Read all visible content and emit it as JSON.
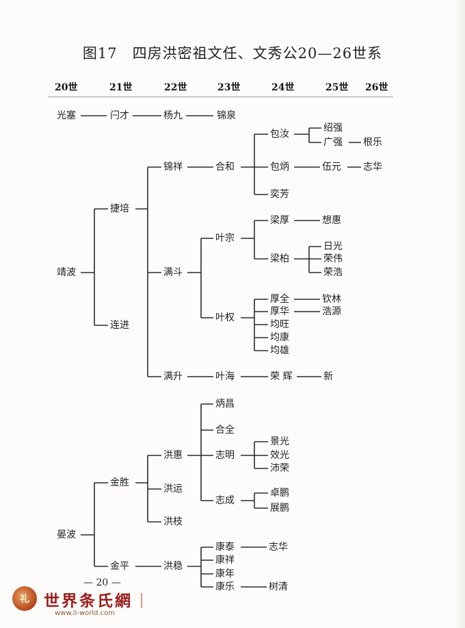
{
  "figure": {
    "title": "图17　四房洪密祖文任、文秀公20—26世系"
  },
  "generations": [
    "20世",
    "21世",
    "22世",
    "23世",
    "24世",
    "25世",
    "26世"
  ],
  "persons": {
    "guangzhi": "光塞",
    "wencai": "闩才",
    "yangjiu": "杨九",
    "jinquan": "锦泉",
    "jingbo": "靖波",
    "jiepei": "捷培",
    "lianjin": "连进",
    "jinxiang": "锦祥",
    "manshou": "满斗",
    "mansheng": "满升",
    "hehe": "合和",
    "baoru": "包汝",
    "baobing": "包炳",
    "yifang": "奕芳",
    "shaoqiang": "绍强",
    "guangqiang": "广强",
    "genle": "根乐",
    "wuyuan": "伍元",
    "zhihua1": "志华",
    "yezong": "叶宗",
    "liangqiang": "梁厚",
    "xianghui": "想惠",
    "liangbai": "梁柏",
    "riguang": "日光",
    "rongwei": "荣伟",
    "ronghao": "荣浩",
    "yequan": "叶权",
    "houquan": "厚全",
    "qinlin": "钦林",
    "houhua": "厚华",
    "haoyuan": "浩源",
    "junwang": "均旺",
    "junkang": "均康",
    "junxiong": "均雄",
    "yehai": "叶海",
    "ronghui": "荣 辉",
    "xin": "新",
    "yanbo": "晏波",
    "jinsheng": "金胜",
    "jinping": "金平",
    "honghui": "洪惠",
    "hongyun": "洪运",
    "hongzhi": "洪枝",
    "hongwen": "洪稳",
    "bingchang": "炳昌",
    "hequan": "合全",
    "zhiming": "志明",
    "zhicheng": "志成",
    "jingguang": "景光",
    "xiaoguang": "效光",
    "peirong": "沛荣",
    "zhuopeng": "卓鹏",
    "zhanpeng": "展鹏",
    "kangtai": "康泰",
    "zhihua2": "志华",
    "kangxiang": "康祥",
    "kangnian": "康年",
    "kangle": "康乐",
    "shuqing": "树清"
  },
  "page_number": "— 20 —",
  "watermark": {
    "logo_char": "礼",
    "site_name": "世界条氏網",
    "url": "www.li-world.com"
  }
}
